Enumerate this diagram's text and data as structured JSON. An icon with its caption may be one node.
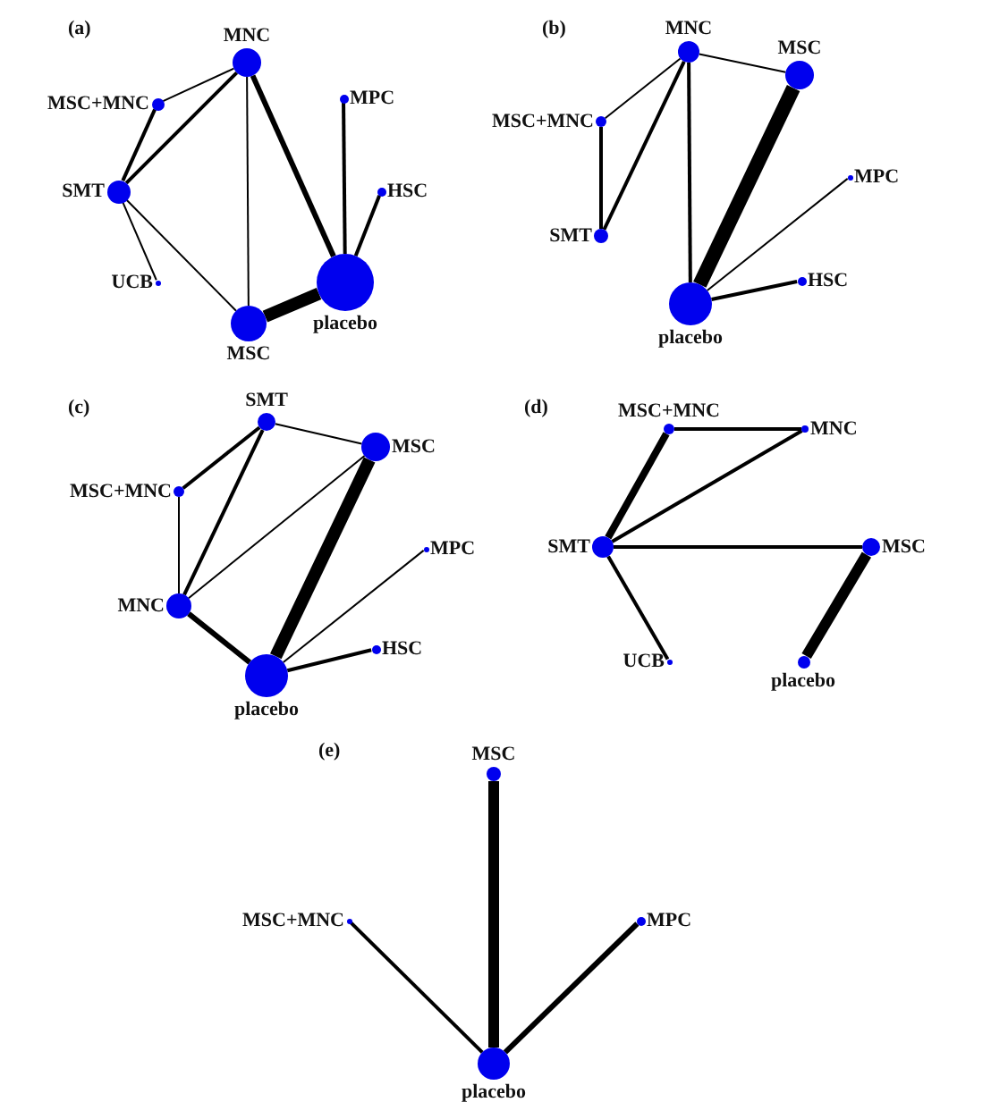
{
  "diagram": {
    "nodes": [
      {
        "text": [
          "MNC"
        ]
      },
      {
        "text": [
          "MSC+MNC"
        ]
      },
      {
        "text": [
          "MPC"
        ]
      },
      {
        "text": [
          "SMT"
        ]
      },
      {
        "text": [
          "HSC"
        ]
      },
      {
        "text": [
          "UCB"
        ]
      },
      {
        "text": [
          "MSC"
        ]
      },
      {
        "text": [
          "placebo"
        ]
      },
      {
        "text": [
          "MNC"
        ]
      },
      {
        "text": [
          "MSC"
        ]
      },
      {
        "text": [
          "MSC+MNC"
        ]
      },
      {
        "text": [
          "MPC"
        ]
      },
      {
        "text": [
          "SMT"
        ]
      },
      {
        "text": [
          "HSC"
        ]
      },
      {
        "text": [
          "placebo"
        ]
      },
      {
        "text": [
          "SMT"
        ]
      },
      {
        "text": [
          "MSC"
        ]
      },
      {
        "text": [
          "MSC+MNC"
        ]
      },
      {
        "text": [
          "MPC"
        ]
      },
      {
        "text": [
          "MNC"
        ]
      },
      {
        "text": [
          "HSC"
        ]
      },
      {
        "text": [
          "placebo"
        ]
      },
      {
        "text": [
          "MSC+MNC"
        ]
      },
      {
        "text": [
          "MNC"
        ]
      },
      {
        "text": [
          "SMT"
        ]
      },
      {
        "text": [
          "MSC"
        ]
      },
      {
        "text": [
          "UCB"
        ]
      },
      {
        "text": [
          "placebo"
        ]
      },
      {
        "text": [
          "MSC"
        ]
      },
      {
        "text": [
          "MSC+MNC"
        ]
      },
      {
        "text": [
          "MPC"
        ]
      },
      {
        "text": [
          "placebo"
        ]
      }
    ],
    "edges": [
      {
        "from": 0,
        "to": 1,
        "arrow": "none"
      },
      {
        "from": 0,
        "to": 3,
        "arrow": "none"
      },
      {
        "from": 0,
        "to": 6,
        "arrow": "none"
      },
      {
        "from": 0,
        "to": 7,
        "arrow": "none"
      },
      {
        "from": 1,
        "to": 3,
        "arrow": "none"
      },
      {
        "from": 3,
        "to": 5,
        "arrow": "none"
      },
      {
        "from": 3,
        "to": 6,
        "arrow": "none"
      },
      {
        "from": 2,
        "to": 7,
        "arrow": "none"
      },
      {
        "from": 4,
        "to": 7,
        "arrow": "none"
      },
      {
        "from": 6,
        "to": 7,
        "arrow": "none",
        "style": "thick"
      },
      {
        "from": 8,
        "to": 9,
        "arrow": "none"
      },
      {
        "from": 8,
        "to": 10,
        "arrow": "none"
      },
      {
        "from": 8,
        "to": 12,
        "arrow": "none"
      },
      {
        "from": 8,
        "to": 14,
        "arrow": "none"
      },
      {
        "from": 9,
        "to": 14,
        "arrow": "none",
        "style": "thick"
      },
      {
        "from": 10,
        "to": 12,
        "arrow": "none"
      },
      {
        "from": 11,
        "to": 14,
        "arrow": "none"
      },
      {
        "from": 13,
        "to": 14,
        "arrow": "none"
      },
      {
        "from": 15,
        "to": 16,
        "arrow": "none"
      },
      {
        "from": 15,
        "to": 17,
        "arrow": "none"
      },
      {
        "from": 15,
        "to": 19,
        "arrow": "none"
      },
      {
        "from": 16,
        "to": 19,
        "arrow": "none"
      },
      {
        "from": 16,
        "to": 21,
        "arrow": "none",
        "style": "thick"
      },
      {
        "from": 17,
        "to": 19,
        "arrow": "none"
      },
      {
        "from": 19,
        "to": 21,
        "arrow": "none"
      },
      {
        "from": 18,
        "to": 21,
        "arrow": "none"
      },
      {
        "from": 20,
        "to": 21,
        "arrow": "none"
      },
      {
        "from": 22,
        "to": 23,
        "arrow": "none"
      },
      {
        "from": 22,
        "to": 24,
        "arrow": "none",
        "style": "thick"
      },
      {
        "from": 23,
        "to": 24,
        "arrow": "none"
      },
      {
        "from": 24,
        "to": 25,
        "arrow": "none"
      },
      {
        "from": 24,
        "to": 26,
        "arrow": "none"
      },
      {
        "from": 25,
        "to": 27,
        "arrow": "none",
        "style": "thick"
      },
      {
        "from": 28,
        "to": 31,
        "arrow": "none",
        "style": "thick"
      },
      {
        "from": 29,
        "to": 31,
        "arrow": "none"
      },
      {
        "from": 30,
        "to": 31,
        "arrow": "none"
      }
    ],
    "labels": [
      "(a)",
      "(b)",
      "(c)",
      "(d)",
      "(e)"
    ]
  }
}
